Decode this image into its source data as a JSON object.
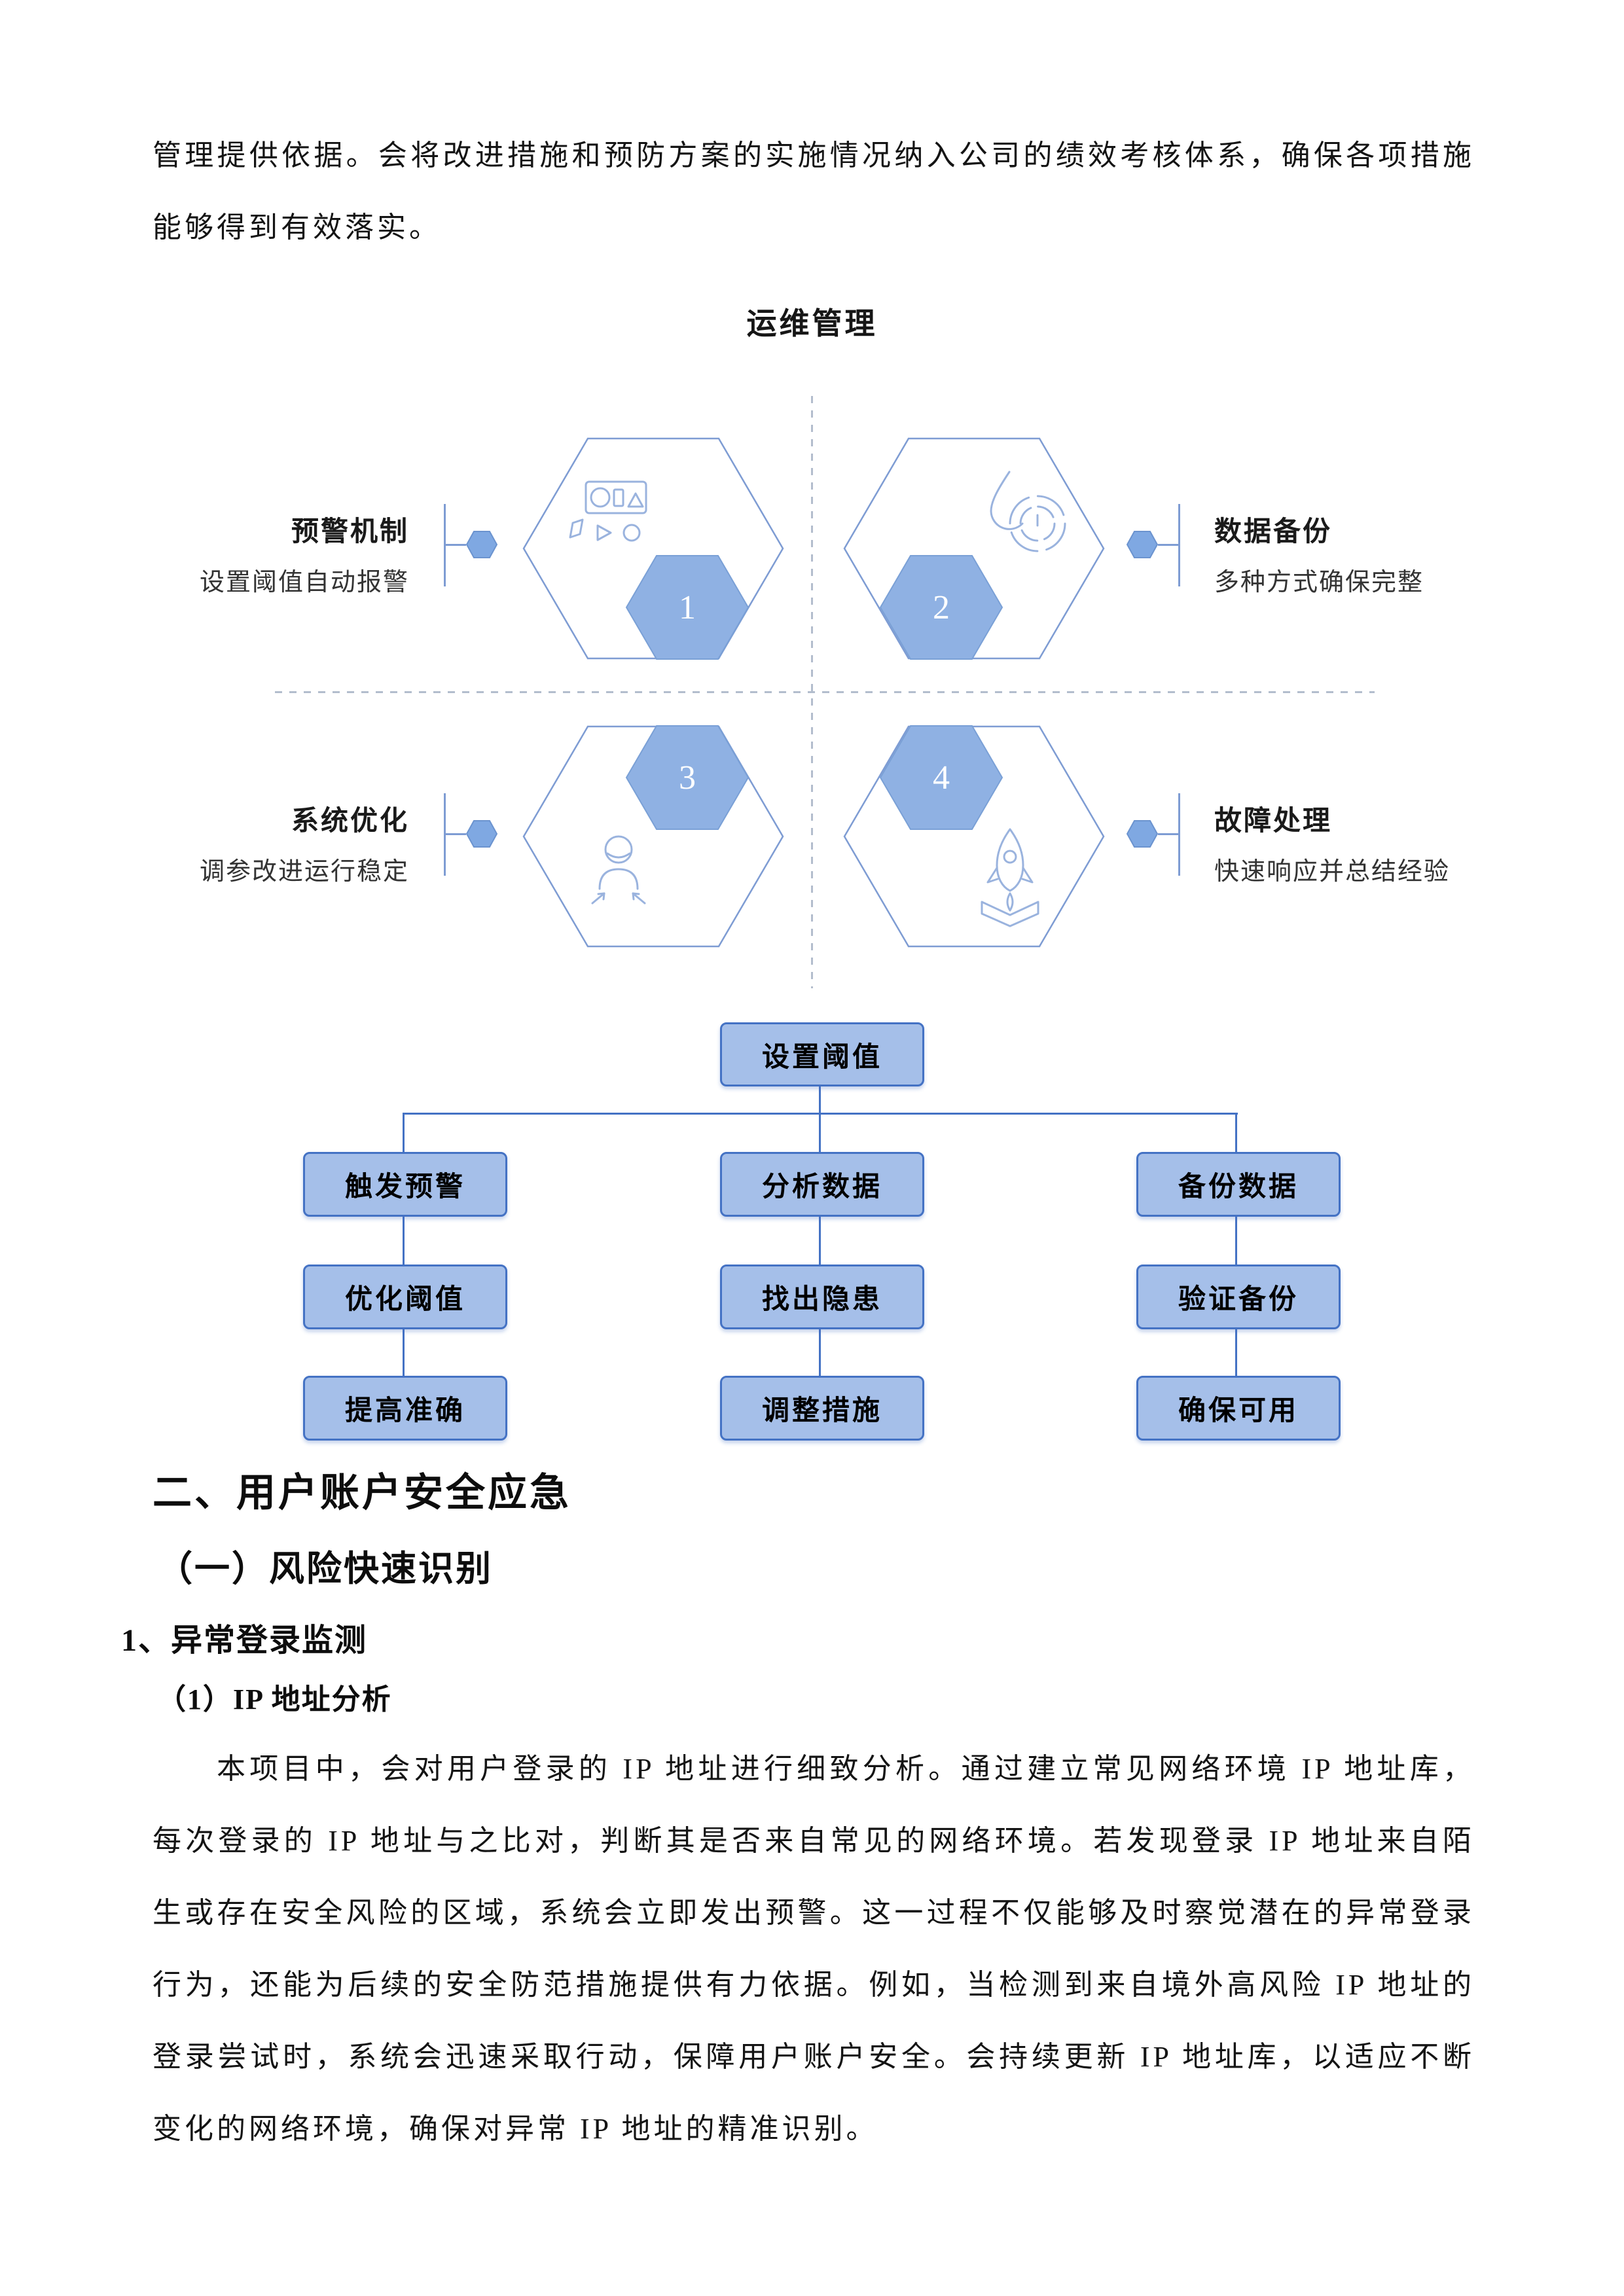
{
  "page": {
    "intro_paragraph": "管理提供依据。会将改进措施和预防方案的实施情况纳入公司的绩效考核体系，确保各项措施能够得到有效落实。",
    "body_paragraph": "本项目中，会对用户登录的 IP 地址进行细致分析。通过建立常见网络环境 IP 地址库，每次登录的 IP 地址与之比对，判断其是否来自常见的网络环境。若发现登录 IP 地址来自陌生或存在安全风险的区域，系统会立即发出预警。这一过程不仅能够及时察觉潜在的异常登录行为，还能为后续的安全防范措施提供有力依据。例如，当检测到来自境外高风险 IP 地址的登录尝试时，系统会迅速采取行动，保障用户账户安全。会持续更新 IP 地址库，以适应不断变化的网络环境，确保对异常 IP 地址的精准识别。"
  },
  "headings": {
    "h1": "二、用户账户安全应急",
    "h2": "（一）风险快速识别",
    "h3": "1、异常登录监测",
    "h4": "（1）IP 地址分析"
  },
  "diagram": {
    "title": "运维管理",
    "quadrants": [
      {
        "number": "1",
        "title": "预警机制",
        "subtitle": "设置阈值自动报警",
        "icon": "shapes-icon"
      },
      {
        "number": "2",
        "title": "数据备份",
        "subtitle": "多种方式确保完整",
        "icon": "backup-icon"
      },
      {
        "number": "3",
        "title": "系统优化",
        "subtitle": "调参改进运行稳定",
        "icon": "user-tuning-icon"
      },
      {
        "number": "4",
        "title": "故障处理",
        "subtitle": "快速响应并总结经验",
        "icon": "rocket-launch-icon"
      }
    ],
    "colors": {
      "accent_blue": "#4472c4",
      "flow_box_fill": "#a5bfe9",
      "hex_outline": "#7e9cd3",
      "numbered_hex_fill": "#8fb1e3",
      "small_hex_fill": "#7fa8e2",
      "dashed_divider": "#b3bdcd",
      "icon_stroke": "#9ab3de"
    }
  },
  "flowchart": {
    "root": "设置阈值",
    "columns": [
      {
        "steps": [
          "触发预警",
          "优化阈值",
          "提高准确"
        ]
      },
      {
        "steps": [
          "分析数据",
          "找出隐患",
          "调整措施"
        ]
      },
      {
        "steps": [
          "备份数据",
          "验证备份",
          "确保可用"
        ]
      }
    ]
  }
}
